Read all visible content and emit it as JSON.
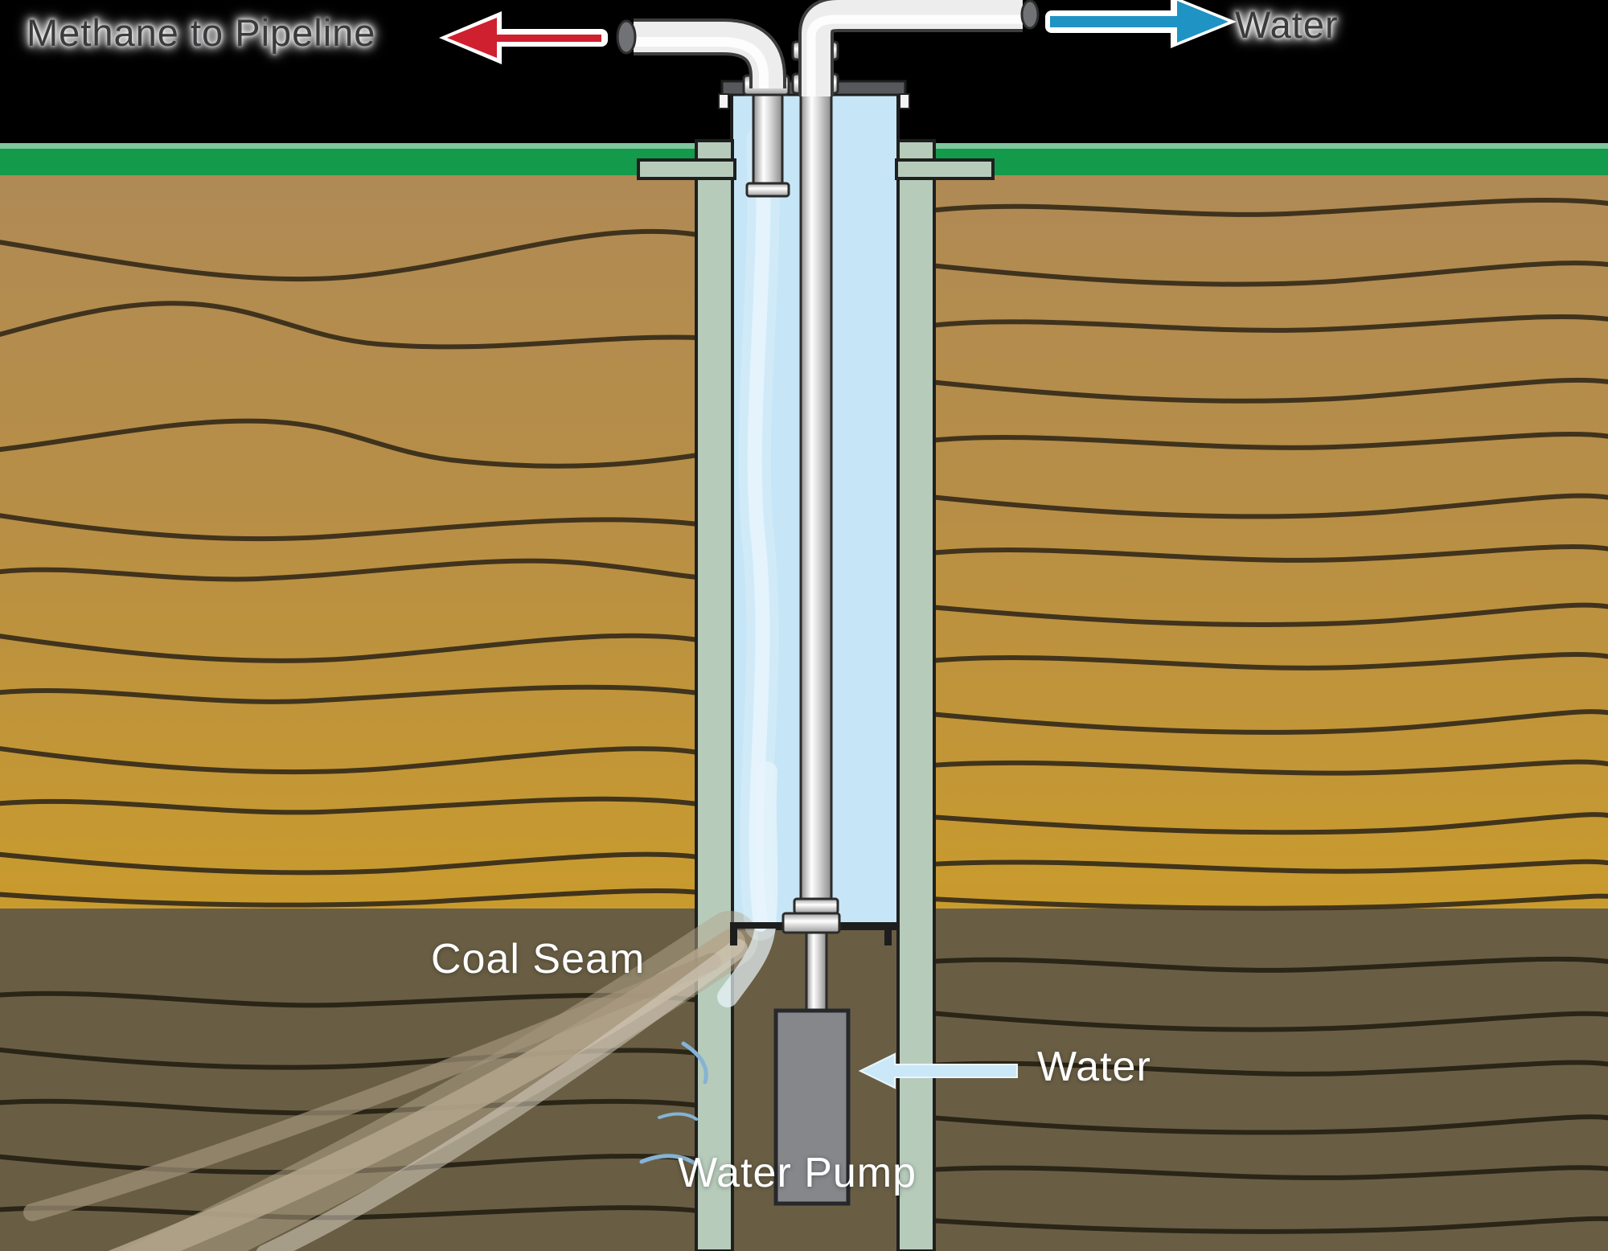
{
  "labels": {
    "methane_to_pipeline": "Methane to Pipeline",
    "water_top": "Water",
    "coal_seam": "Coal Seam",
    "water_pump": "Water Pump",
    "water_inflow": "Water"
  },
  "arrows": [
    {
      "name": "methane-to-pipeline",
      "direction": "left",
      "color": "#cf2030"
    },
    {
      "name": "water-out",
      "direction": "right",
      "color": "#1f93c4"
    },
    {
      "name": "water-into-pump",
      "direction": "left",
      "color": "#cbe8f8"
    }
  ],
  "palette": {
    "sky": "#000000",
    "grass": "#149a4b",
    "grass_light": "#7fc59d",
    "soil_top": "#b08a55",
    "soil_mid": "#b78e46",
    "soil_bottom": "#c99b2d",
    "strata_line": "#3a2e1a",
    "seam": "#695e44",
    "seam_line": "#2b2517",
    "casing": "#b7cbbb",
    "bore_water": "#c6e6f7",
    "pump_gray": "#85878a",
    "cap_gray": "#56585b",
    "arrow_red": "#cf2030",
    "arrow_blue": "#1f93c4",
    "arrow_lightblue": "#cbe8f8",
    "label_dark": "#3b3b3d",
    "label_white": "#ffffff"
  }
}
